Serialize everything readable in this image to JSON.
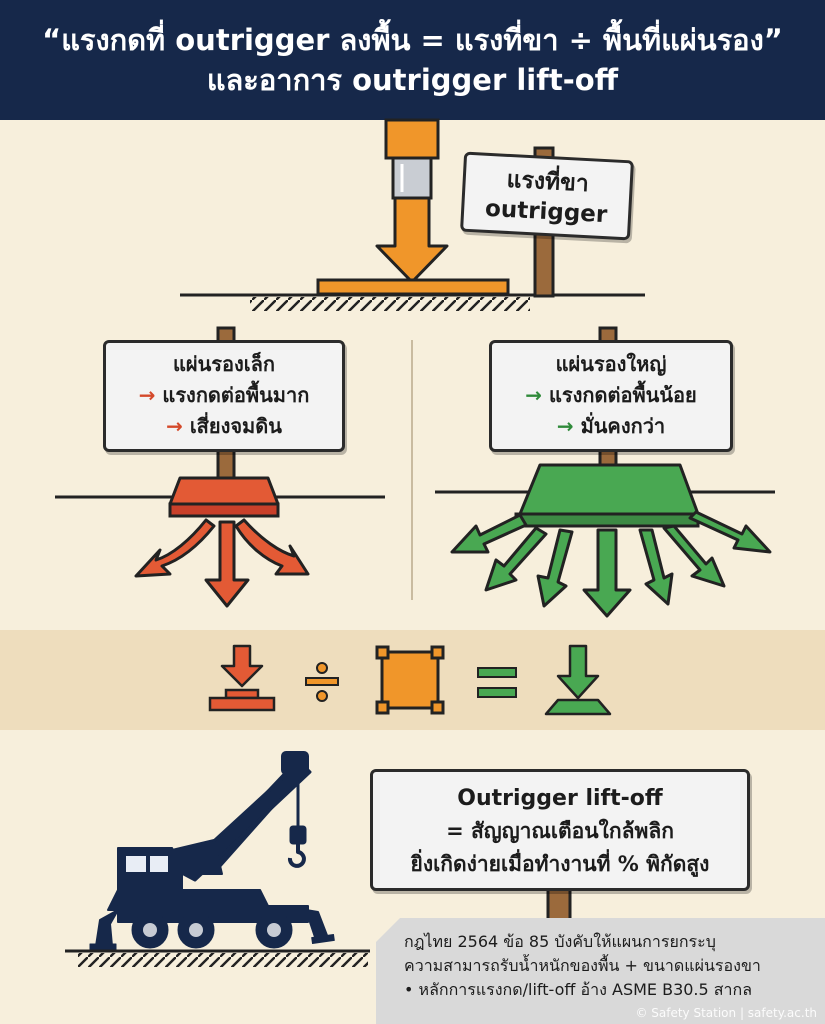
{
  "header": {
    "title_line1": "“แรงกดที่ outrigger ลงพื้น = แรงที่ขา ÷ พื้นที่แผ่นรอง”",
    "title_line2": "และอาการ outrigger lift-off"
  },
  "top_sign": {
    "line1": "แรงที่ขา",
    "line2": "outrigger"
  },
  "small_pad_sign": {
    "title": "แผ่นรองเล็ก",
    "point1": "แรงกดต่อพื้นมาก",
    "point2": "เสี่ยงจมดิน",
    "arrow": "→"
  },
  "large_pad_sign": {
    "title": "แผ่นรองใหญ่",
    "point1": "แรงกดต่อพื้นน้อย",
    "point2": "มั่นคงกว่า",
    "arrow": "→"
  },
  "formula": {
    "divide": "÷",
    "equals": "="
  },
  "liftoff_sign": {
    "title": "Outrigger lift-off",
    "line1": "= สัญญาณเตือนใกล้พลิก",
    "line2": "ยิ่งเกิดง่ายเมื่อทำงานที่ % พิกัดสูง"
  },
  "note": {
    "line1": "กฎไทย 2564 ข้อ 85 บังคับให้แผนการยกระบุ",
    "line2": "ความสามารถรับน้ำหนักของพื้น + ขนาดแผ่นรองขา",
    "line3": "• หลักการแรงกด/lift-off อ้าง ASME B30.5 สากล"
  },
  "watermark": "© Safety Station | safety.ac.th",
  "colors": {
    "header_bg": "#16284a",
    "background": "#f7efdc",
    "orange": "#f0962a",
    "red": "#d4492a",
    "green": "#3d9a47",
    "crane": "#16284a",
    "post": "#9b6a3c"
  },
  "icons": [
    "down-arrow-icon",
    "pad-icon",
    "square-area-icon",
    "crane-icon"
  ]
}
